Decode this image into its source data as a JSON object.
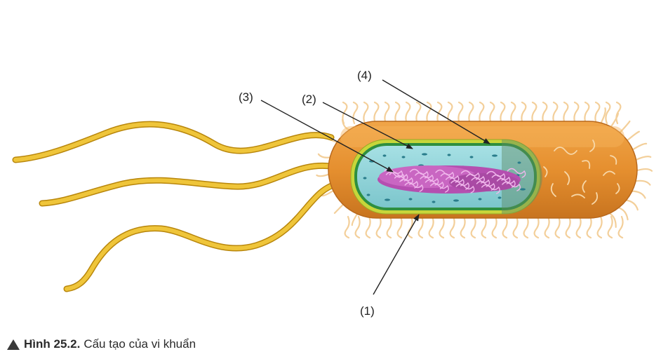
{
  "diagram": {
    "labels": {
      "one": "(1)",
      "two": "(2)",
      "three": "(3)",
      "four": "(4)"
    }
  },
  "caption": {
    "figure_number": "Hình 25.2.",
    "text": "Cấu tạo của vi khuẩn"
  },
  "colors": {
    "flagella": "#e8b81e",
    "capsule": "#e8973a",
    "cell_wall": "#c7d63a",
    "membrane": "#2e8f3f",
    "cytoplasm": "#8fd4d8",
    "nucleoid": "#c05ab8",
    "pili": "#f3cf9a"
  }
}
